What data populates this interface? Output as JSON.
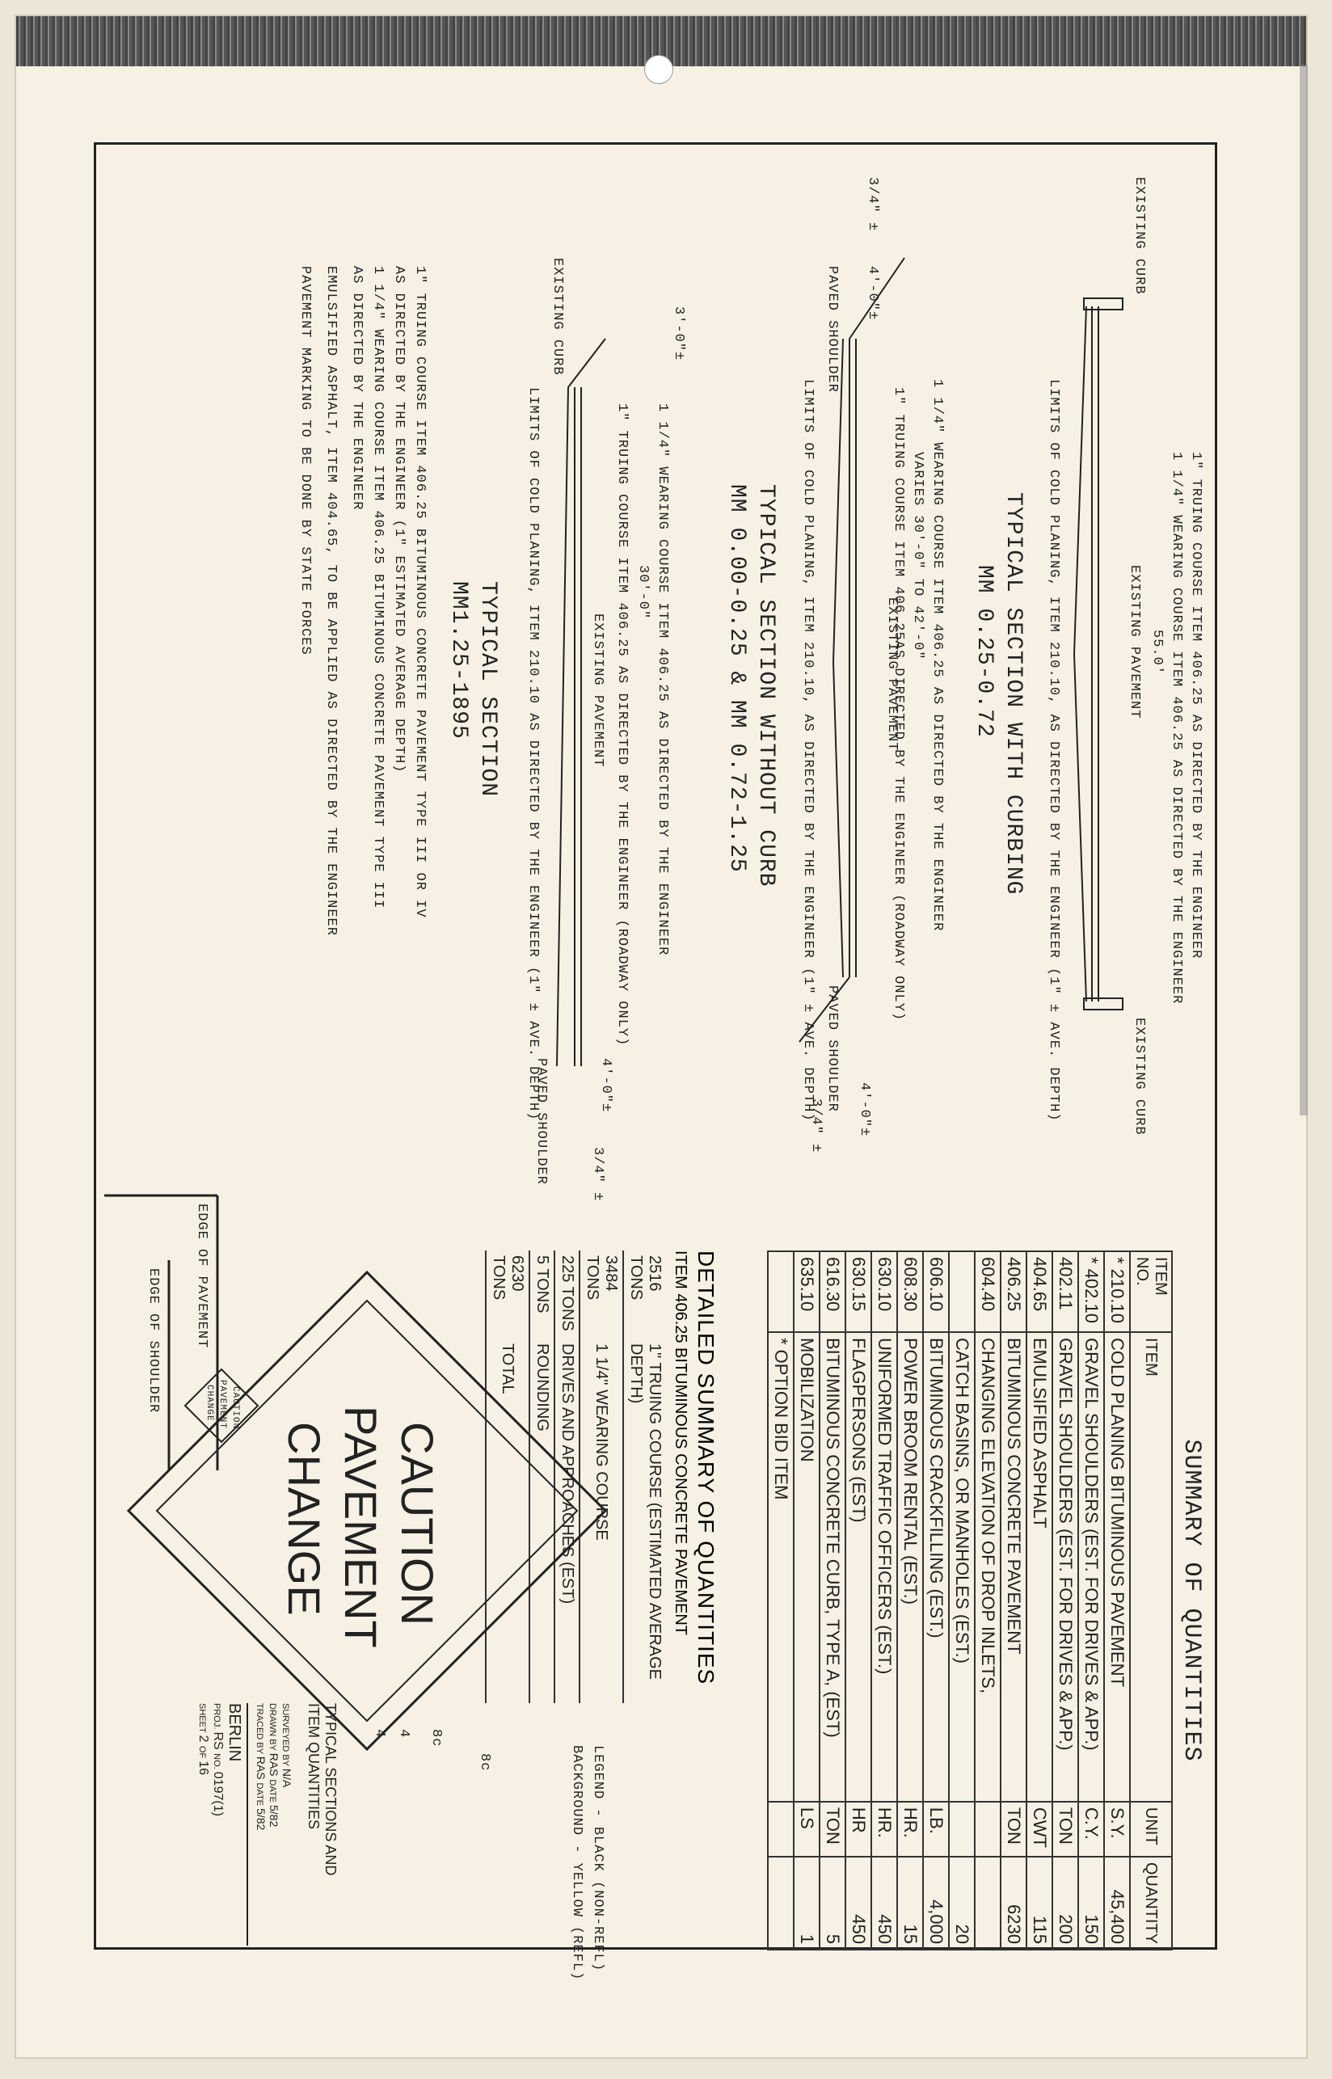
{
  "sections": [
    {
      "title": "TYPICAL SECTION WITH CURBING",
      "range": "MM 0.25-0.72",
      "notes": [
        "1\" TRUING COURSE ITEM 406.25 AS DIRECTED BY THE ENGINEER",
        "1 1/4\" WEARING COURSE ITEM 406.25 AS DIRECTED BY THE ENGINEER"
      ],
      "width": "55.0'",
      "left_label": "EXISTING CURB",
      "right_label": "EXISTING CURB",
      "pavement": "EXISTING PAVEMENT",
      "planing": "LIMITS OF COLD PLANING, ITEM 210.10, AS DIRECTED BY THE ENGINEER (1\" ± AVE. DEPTH)"
    },
    {
      "title": "TYPICAL SECTION WITHOUT CURB",
      "range": "MM 0.00-0.25 & MM 0.72-1.25",
      "notes": [
        "1 1/4\" WEARING COURSE ITEM 406.25 AS DIRECTED BY THE ENGINEER",
        "1\" TRUING COURSE ITEM 406.25AS DIRECTED BY THE ENGINEER (ROADWAY ONLY)"
      ],
      "varies": "VARIES 30'-0\" TO 42'-0\"",
      "shoulder": "PAVED SHOULDER",
      "shoulder_w": "4'-0\"±",
      "slope": "3/4\" ±",
      "pavement": "EXISTING PAVEMENT",
      "planing": "LIMITS OF COLD PLANING, ITEM 210.10, AS DIRECTED BY THE ENGINEER (1\" ± AVE. DEPTH)"
    },
    {
      "title": "TYPICAL SECTION",
      "range": "MM1.25-1895",
      "notes": [
        "1 1/4\" WEARING COURSE ITEM 406.25 AS DIRECTED BY THE ENGINEER",
        "1\" TRUING COURSE ITEM 406.25 AS DIRECTED BY THE ENGINEER (ROADWAY ONLY)"
      ],
      "width": "30'-0\"",
      "left_offset": "3'-0\"±",
      "left_label": "EXISTING CURB",
      "shoulder": "PAVED SHOULDER",
      "shoulder_w": "4'-0\"±",
      "slope": "3/4\" ±",
      "pavement": "EXISTING PAVEMENT",
      "planing": "LIMITS OF COLD PLANING, ITEM 210.10 AS DIRECTED BY THE ENGINEER (1\" ± AVE. DEPTH)"
    }
  ],
  "general_notes": [
    "1\" TRUING COURSE ITEM 406.25 BITUMINOUS CONCRETE PAVEMENT TYPE III OR IV",
    "AS DIRECTED BY THE ENGINEER (1\" ESTIMATED AVERAGE DEPTH)",
    "1 1/4\" WEARING COURSE ITEM 406.25 BITUMINOUS CONCRETE PAVEMENT TYPE III",
    "AS DIRECTED BY THE ENGINEER",
    "EMULSIFIED ASPHALT, ITEM 404.65, TO BE APPLIED AS DIRECTED BY THE ENGINEER",
    "PAVEMENT MARKING TO BE DONE BY STATE FORCES"
  ],
  "summary": {
    "title": "SUMMARY OF QUANTITIES",
    "headers": [
      "ITEM NO.",
      "ITEM",
      "UNIT",
      "QUANTITY"
    ],
    "rows": [
      [
        "* 210.10",
        "COLD PLANING BITUMINOUS PAVEMENT",
        "S.Y.",
        "45,400"
      ],
      [
        "* 402.10",
        "GRAVEL SHOULDERS (EST. FOR DRIVES & APP.)",
        "C.Y.",
        "150"
      ],
      [
        "402.11",
        "GRAVEL SHOULDERS (EST. FOR DRIVES & APP.)",
        "TON",
        "200"
      ],
      [
        "404.65",
        "EMULSIFIED ASPHALT",
        "CWT",
        "115"
      ],
      [
        "406.25",
        "BITUMINOUS CONCRETE PAVEMENT",
        "TON",
        "6230"
      ],
      [
        "604.40",
        "CHANGING ELEVATION OF DROP INLETS,",
        "",
        ""
      ],
      [
        "",
        "CATCH BASINS, OR MANHOLES (EST.)",
        "",
        "20"
      ],
      [
        "606.10",
        "BITUMINOUS CRACKFILLING (EST.)",
        "LB.",
        "4,000"
      ],
      [
        "608.30",
        "POWER BROOM RENTAL (EST.)",
        "HR.",
        "15"
      ],
      [
        "630.10",
        "UNIFORMED TRAFFIC OFFICERS (EST.)",
        "HR.",
        "450"
      ],
      [
        "630.15",
        "FLAGPERSONS (EST)",
        "HR",
        "450"
      ],
      [
        "616.30",
        "BITUMINOUS CONCRETE CURB, TYPE A, (EST)",
        "TON",
        "5"
      ],
      [
        "635.10",
        "MOBILIZATION",
        "LS",
        "1"
      ],
      [
        "",
        "* OPTION BID ITEM",
        "",
        ""
      ]
    ]
  },
  "detailed": {
    "title": "DETAILED SUMMARY OF QUANTITIES",
    "subtitle": "ITEM 406.25 BITUMINOUS CONCRETE PAVEMENT",
    "rows": [
      [
        "2516 TONS",
        "1\" TRUING COURSE (ESTIMATED AVERAGE DEPTH)"
      ],
      [
        "3484 TONS",
        "1 1/4\" WEARING COURSE"
      ],
      [
        "225 TONS",
        "DRIVES AND APPROACHES (EST)"
      ],
      [
        "5 TONS",
        "ROUNDING"
      ],
      [
        "6230 TONS",
        "TOTAL"
      ]
    ]
  },
  "sign": {
    "lines": [
      "CAUTION",
      "PAVEMENT",
      "CHANGE"
    ],
    "legend": "LEGEND - BLACK (NON-REFL)",
    "background": "BACKGROUND - YELLOW (REFL)",
    "edge_pavement": "EDGE OF PAVEMENT",
    "edge_shoulder": "EDGE OF SHOULDER",
    "dims": [
      "8c",
      "8c",
      "4",
      "4"
    ]
  },
  "title_block": {
    "title": "TYPICAL SECTIONS AND ITEM QUANTITIES",
    "surveyed": "N/A",
    "drawn": "RAS",
    "traced": "RAS",
    "date1": "5/82",
    "date2": "5/82",
    "town": "BERLIN",
    "proj": "RS",
    "no": "0197(1)",
    "sheet": "2",
    "of": "16"
  }
}
